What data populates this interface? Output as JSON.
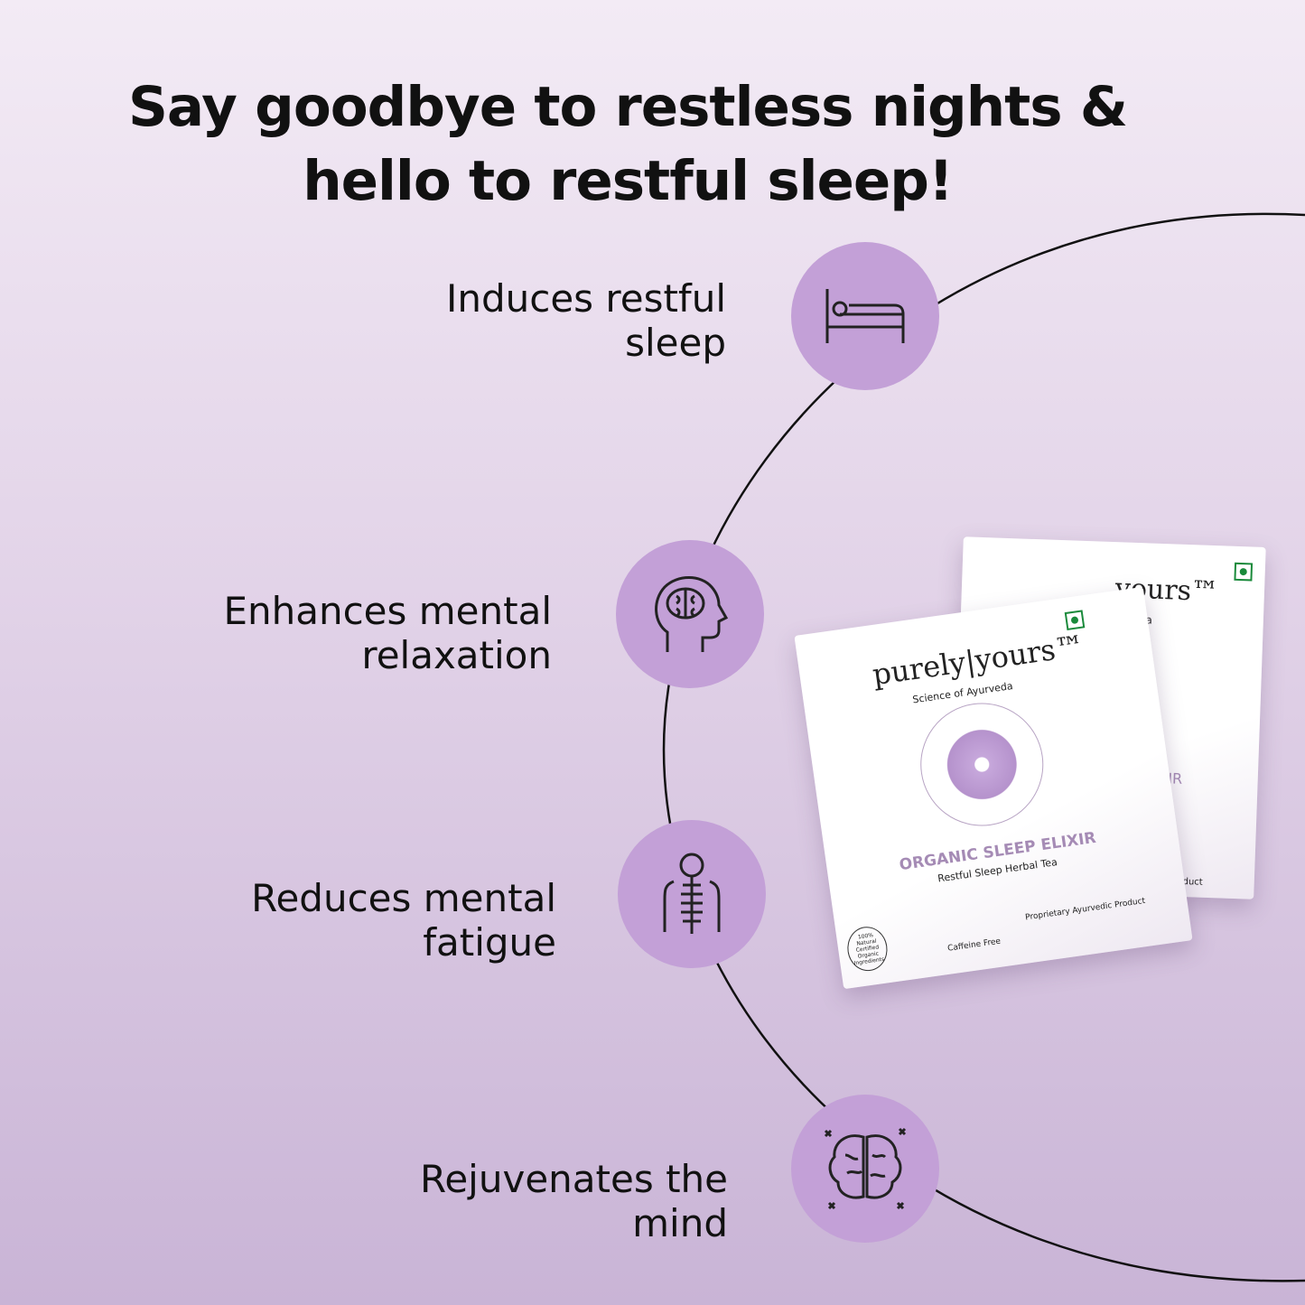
{
  "headline": {
    "line1": "Say goodbye to restless nights &",
    "line2": "hello to restful sleep!"
  },
  "benefits": [
    {
      "line1": "Induces restful",
      "line2": "sleep",
      "icon": "bed-icon"
    },
    {
      "line1": "Enhances mental",
      "line2": "relaxation",
      "icon": "head-brain-icon"
    },
    {
      "line1": "Reduces mental",
      "line2": "fatigue",
      "icon": "nervous-system-icon"
    },
    {
      "line1": "Rejuvenates the",
      "line2": "mind",
      "icon": "sparkle-brain-icon"
    }
  ],
  "product": {
    "brand": "purely|yours™",
    "tagline": "Science of Ayurveda",
    "name": "ORGANIC SLEEP ELIXIR",
    "subtitle": "Restful Sleep Herbal Tea",
    "caffeine": "Caffeine Free",
    "proprietary": "Proprietary Ayurvedic Product",
    "badge": "100% Natural Certified Organic Ingredients",
    "back_brand": "yours™",
    "back_tagline": "urveda",
    "back_name": "IXIR",
    "back_footer": "Product"
  },
  "colors": {
    "accent": "#c3a0d7",
    "product_name": "#a58bb5"
  }
}
